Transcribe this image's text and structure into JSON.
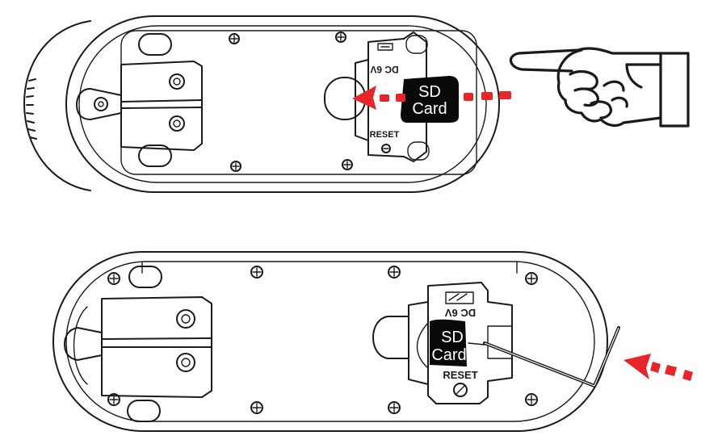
{
  "figure": {
    "top_panel": {
      "port_label": "DC 6V",
      "button_label": "RESET",
      "card_label_line1": "SD",
      "card_label_line2": "Card"
    },
    "bottom_panel": {
      "port_label": "DC 6V",
      "button_label": "RESET",
      "card_label_line1": "SD",
      "card_label_line2": "Card"
    }
  },
  "colors": {
    "arrow": "#e8262a",
    "line": "#1a1a1a",
    "card": "#0a0a0a"
  }
}
